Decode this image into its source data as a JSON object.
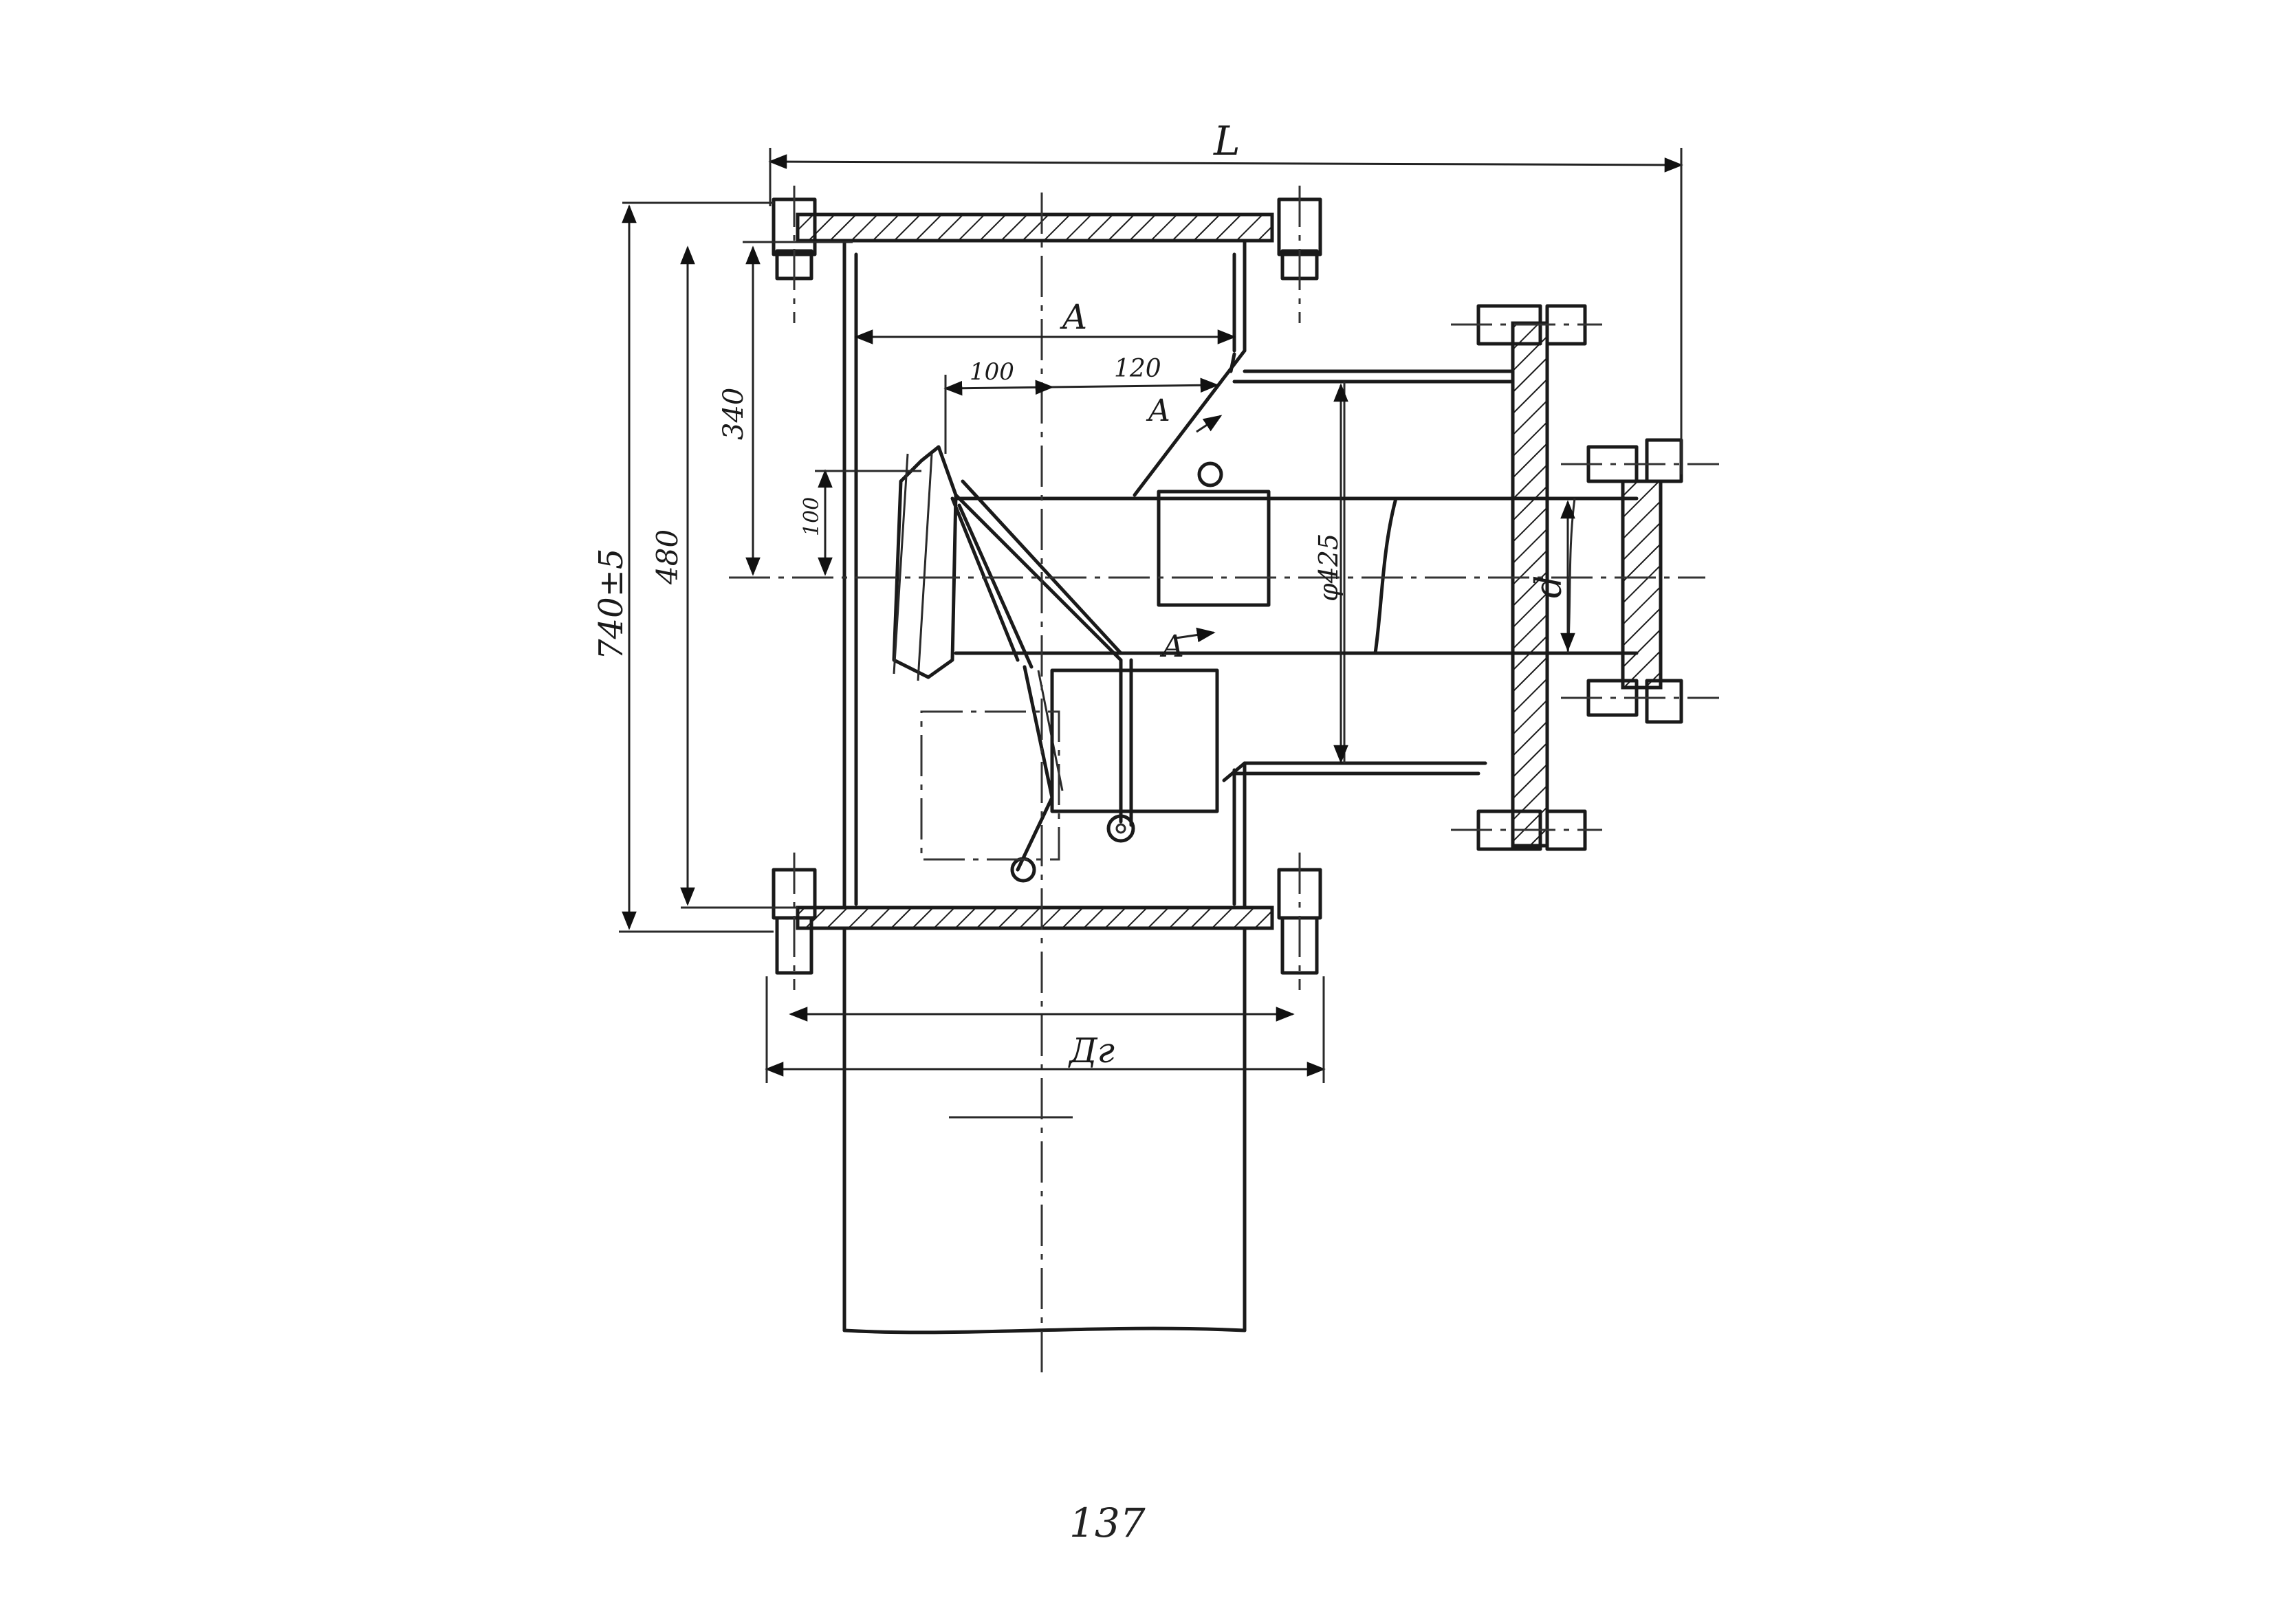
{
  "drawing": {
    "dimensions": {
      "overall_length": "L",
      "inner_width": "A",
      "offset_1": "100",
      "offset_2": "120",
      "height_340": "340",
      "height_100": "100",
      "height_480": "480",
      "overall_height": "740±5",
      "side_pipe_diameter": "φ425",
      "pipe_diameter": "d",
      "nominal_diameter": "Дг"
    },
    "section_marks": {
      "upper": "A",
      "lower": "A"
    },
    "page_number": "137"
  }
}
